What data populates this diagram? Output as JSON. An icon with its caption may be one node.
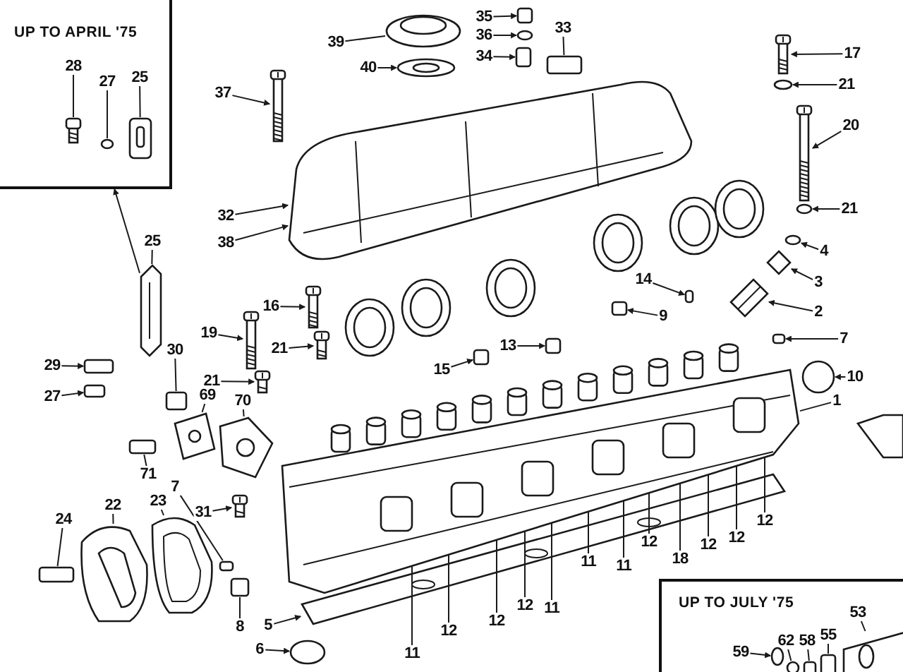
{
  "diagram": {
    "nodes": [
      {
        "text": [
          "UP TO APRIL '75"
        ]
      },
      {
        "text": [
          "28"
        ],
        "in": 0
      },
      {
        "text": [
          "27"
        ],
        "in": 0
      },
      {
        "text": [
          "25"
        ],
        "in": 0
      },
      {
        "text": [
          "35"
        ]
      },
      {
        "text": [
          "36"
        ]
      },
      {
        "text": [
          "34"
        ]
      },
      {
        "text": [
          "33"
        ]
      },
      {
        "text": [
          "39"
        ]
      },
      {
        "text": [
          "40"
        ]
      },
      {
        "text": [
          "37"
        ]
      },
      {
        "text": [
          "17"
        ]
      },
      {
        "text": [
          "21"
        ]
      },
      {
        "text": [
          "20"
        ]
      },
      {
        "text": [
          "32"
        ]
      },
      {
        "text": [
          "21"
        ]
      },
      {
        "text": [
          "25"
        ]
      },
      {
        "text": [
          "38"
        ]
      },
      {
        "text": [
          "4"
        ]
      },
      {
        "text": [
          "3"
        ]
      },
      {
        "text": [
          "14"
        ]
      },
      {
        "text": [
          "16"
        ]
      },
      {
        "text": [
          "9"
        ]
      },
      {
        "text": [
          "2"
        ]
      },
      {
        "text": [
          "19"
        ]
      },
      {
        "text": [
          "13"
        ]
      },
      {
        "text": [
          "7"
        ]
      },
      {
        "text": [
          "21"
        ]
      },
      {
        "text": [
          "29"
        ]
      },
      {
        "text": [
          "10"
        ]
      },
      {
        "text": [
          "30"
        ]
      },
      {
        "text": [
          "21"
        ]
      },
      {
        "text": [
          "15"
        ]
      },
      {
        "text": [
          "69"
        ]
      },
      {
        "text": [
          "1"
        ]
      },
      {
        "text": [
          "27"
        ]
      },
      {
        "text": [
          "70"
        ]
      },
      {
        "text": [
          "71"
        ]
      },
      {
        "text": [
          "7"
        ]
      },
      {
        "text": [
          "23"
        ]
      },
      {
        "text": [
          "31"
        ]
      },
      {
        "text": [
          "22"
        ]
      },
      {
        "text": [
          "24"
        ]
      },
      {
        "text": [
          "12"
        ]
      },
      {
        "text": [
          "12"
        ]
      },
      {
        "text": [
          "12"
        ]
      },
      {
        "text": [
          "12"
        ]
      },
      {
        "text": [
          "18"
        ]
      },
      {
        "text": [
          "11"
        ]
      },
      {
        "text": [
          "11"
        ]
      },
      {
        "text": [
          "12"
        ]
      },
      {
        "text": [
          "11"
        ]
      },
      {
        "text": [
          "12"
        ]
      },
      {
        "text": [
          "8"
        ]
      },
      {
        "text": [
          "5"
        ]
      },
      {
        "text": [
          "12"
        ]
      },
      {
        "text": [
          "11"
        ]
      },
      {
        "text": [
          "6"
        ]
      },
      {
        "text": [
          "UP TO JULY '75"
        ]
      },
      {
        "text": [
          "59"
        ],
        "in": 58
      },
      {
        "text": [
          "62"
        ],
        "in": 58
      },
      {
        "text": [
          "58"
        ],
        "in": 58
      },
      {
        "text": [
          "55"
        ],
        "in": 58
      },
      {
        "text": [
          "53"
        ],
        "in": 58
      },
      {
        "text": [],
        "shape": "picture",
        "in": 0
      },
      {
        "text": [],
        "shape": "circle",
        "in": 0
      },
      {
        "text": [],
        "shape": "picture",
        "in": 0
      },
      {
        "text": [],
        "shape": "box"
      },
      {
        "text": [],
        "shape": "circle"
      },
      {
        "text": [],
        "shape": "box"
      },
      {
        "text": [],
        "shape": "box"
      },
      {
        "text": [],
        "shape": "picture"
      },
      {
        "text": [],
        "shape": "picture"
      },
      {
        "text": [],
        "shape": "picture"
      },
      {
        "text": [],
        "shape": "picture"
      },
      {
        "text": [],
        "shape": "circle"
      },
      {
        "text": [],
        "shape": "picture"
      },
      {
        "text": [],
        "shape": "circle"
      },
      {
        "text": [],
        "shape": "picture"
      },
      {
        "text": [],
        "shape": "picture"
      },
      {
        "text": [],
        "shape": "circle"
      },
      {
        "text": [],
        "shape": "diamond"
      },
      {
        "text": [],
        "shape": "box"
      },
      {
        "text": [],
        "shape": "picture"
      },
      {
        "text": [],
        "shape": "box"
      },
      {
        "text": [],
        "shape": "picture"
      },
      {
        "text": [],
        "shape": "picture"
      },
      {
        "text": [],
        "shape": "box"
      },
      {
        "text": [],
        "shape": "box"
      },
      {
        "text": [],
        "shape": "picture"
      },
      {
        "text": [],
        "shape": "box"
      },
      {
        "text": [],
        "shape": "circle"
      },
      {
        "text": [],
        "shape": "box"
      },
      {
        "text": [],
        "shape": "picture"
      },
      {
        "text": [],
        "shape": "box"
      },
      {
        "text": [],
        "shape": "picture"
      },
      {
        "text": [],
        "shape": "picture"
      },
      {
        "text": [],
        "shape": "picture"
      },
      {
        "text": [],
        "shape": "box"
      },
      {
        "text": [],
        "shape": "box"
      },
      {
        "text": [],
        "shape": "box"
      },
      {
        "text": [],
        "shape": "picture"
      },
      {
        "text": [],
        "shape": "picture"
      },
      {
        "text": [],
        "shape": "picture"
      },
      {
        "text": [],
        "shape": "box"
      },
      {
        "text": [],
        "shape": "box"
      },
      {
        "text": [],
        "shape": "picture"
      },
      {
        "text": [],
        "shape": "circle"
      },
      {
        "text": [],
        "shape": "circle",
        "in": 58
      },
      {
        "text": [],
        "shape": "circle",
        "in": 58
      },
      {
        "text": [],
        "shape": "box",
        "in": 58
      },
      {
        "text": [],
        "shape": "box",
        "in": 58
      },
      {
        "text": [],
        "shape": "picture",
        "in": 58
      }
    ],
    "edges": [
      {
        "from": 1,
        "to": 64,
        "arrow": "none"
      },
      {
        "from": 2,
        "to": 65,
        "arrow": "none"
      },
      {
        "from": 3,
        "to": 66,
        "arrow": "none"
      },
      {
        "from": 4,
        "to": 67,
        "arrow": "to"
      },
      {
        "from": 5,
        "to": 68,
        "arrow": "to"
      },
      {
        "from": 6,
        "to": 69,
        "arrow": "to"
      },
      {
        "from": 7,
        "to": 70,
        "arrow": "none"
      },
      {
        "from": 8,
        "to": 71,
        "arrow": "none"
      },
      {
        "from": 9,
        "to": 72,
        "arrow": "to"
      },
      {
        "from": 10,
        "to": 73,
        "arrow": "to"
      },
      {
        "from": 11,
        "to": 74,
        "arrow": "to"
      },
      {
        "from": 12,
        "to": 75,
        "arrow": "to"
      },
      {
        "from": 13,
        "to": 76,
        "arrow": "to"
      },
      {
        "from": 14,
        "to": 78,
        "arrow": "to"
      },
      {
        "from": 15,
        "to": 77,
        "arrow": "to"
      },
      {
        "from": 16,
        "to": 79,
        "arrow": "none"
      },
      {
        "from": 17,
        "to": 78,
        "arrow": "to"
      },
      {
        "from": 18,
        "to": 80,
        "arrow": "to"
      },
      {
        "from": 19,
        "to": 81,
        "arrow": "to"
      },
      {
        "from": 20,
        "to": 82,
        "arrow": "to"
      },
      {
        "from": 21,
        "to": 83,
        "arrow": "to"
      },
      {
        "from": 22,
        "to": 84,
        "arrow": "to"
      },
      {
        "from": 23,
        "to": 85,
        "arrow": "to"
      },
      {
        "from": 24,
        "to": 86,
        "arrow": "to"
      },
      {
        "from": 25,
        "to": 87,
        "arrow": "to"
      },
      {
        "from": 26,
        "to": 88,
        "arrow": "to"
      },
      {
        "from": 27,
        "to": 89,
        "arrow": "to"
      },
      {
        "from": 28,
        "to": 90,
        "arrow": "to"
      },
      {
        "from": 29,
        "to": 91,
        "arrow": "to"
      },
      {
        "from": 30,
        "to": 92,
        "arrow": "none"
      },
      {
        "from": 31,
        "to": 93,
        "arrow": "to"
      },
      {
        "from": 32,
        "to": 94,
        "arrow": "to"
      },
      {
        "from": 33,
        "to": 95,
        "arrow": "none"
      },
      {
        "from": 34,
        "to": 97,
        "arrow": "none"
      },
      {
        "from": 35,
        "to": 98,
        "arrow": "to"
      },
      {
        "from": 36,
        "to": 96,
        "arrow": "none"
      },
      {
        "from": 37,
        "to": 99,
        "arrow": "none"
      },
      {
        "from": 38,
        "to": 100,
        "arrow": "none"
      },
      {
        "from": 39,
        "to": 101,
        "arrow": "none"
      },
      {
        "from": 40,
        "to": 103,
        "arrow": "to"
      },
      {
        "from": 41,
        "to": 102,
        "arrow": "none"
      },
      {
        "from": 42,
        "to": 104,
        "arrow": "none"
      },
      {
        "from": 43,
        "to": 97,
        "arrow": "none"
      },
      {
        "from": 44,
        "to": 97,
        "arrow": "none"
      },
      {
        "from": 45,
        "to": 97,
        "arrow": "none"
      },
      {
        "from": 46,
        "to": 97,
        "arrow": "none"
      },
      {
        "from": 47,
        "to": 97,
        "arrow": "none"
      },
      {
        "from": 48,
        "to": 97,
        "arrow": "none"
      },
      {
        "from": 49,
        "to": 97,
        "arrow": "none"
      },
      {
        "from": 50,
        "to": 97,
        "arrow": "none"
      },
      {
        "from": 51,
        "to": 97,
        "arrow": "none"
      },
      {
        "from": 52,
        "to": 97,
        "arrow": "none"
      },
      {
        "from": 53,
        "to": 105,
        "arrow": "none"
      },
      {
        "from": 54,
        "to": 106,
        "arrow": "to"
      },
      {
        "from": 55,
        "to": 97,
        "arrow": "none"
      },
      {
        "from": 56,
        "to": 97,
        "arrow": "none"
      },
      {
        "from": 57,
        "to": 107,
        "arrow": "to"
      },
      {
        "from": 59,
        "to": 108,
        "arrow": "to"
      },
      {
        "from": 60,
        "to": 109,
        "arrow": "none"
      },
      {
        "from": 61,
        "to": 110,
        "arrow": "none"
      },
      {
        "from": 62,
        "to": 111,
        "arrow": "none"
      },
      {
        "from": 63,
        "to": 112,
        "arrow": "none"
      },
      {
        "from": 79,
        "to": 0,
        "arrow": "to"
      }
    ]
  }
}
